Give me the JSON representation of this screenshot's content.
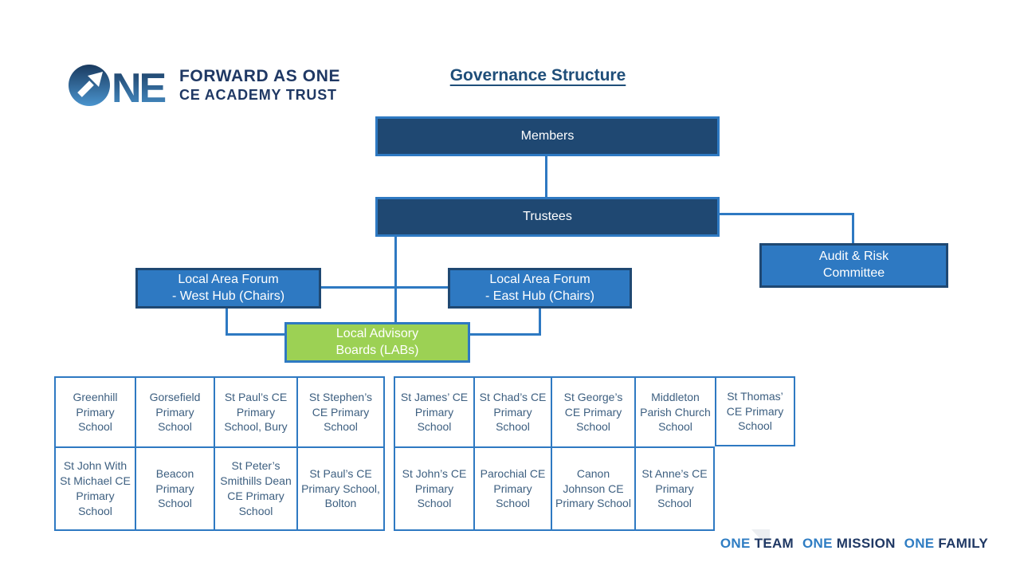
{
  "logo": {
    "mark_letters": "NE",
    "brand_line1": "FORWARD AS ONE",
    "brand_line2": "CE ACADEMY TRUST"
  },
  "title": "Governance Structure",
  "chart": {
    "members": "Members",
    "trustees": "Trustees",
    "audit_line1": "Audit & Risk",
    "audit_line2": "Committee",
    "west_line1": "Local Area Forum",
    "west_line2": "- West Hub (Chairs)",
    "east_line1": "Local Area Forum",
    "east_line2": "- East Hub (Chairs)",
    "lab_line1": "Local Advisory",
    "lab_line2": "Boards (LABs)"
  },
  "schools": {
    "west_hub_table": {
      "rows": [
        [
          "Greenhill Primary School",
          "Gorsefield Primary School",
          "St Paul’s CE Primary School, Bury",
          "St Stephen’s CE Primary School"
        ],
        [
          "St John With St Michael CE Primary School",
          "Beacon Primary School",
          "St Peter’s Smithills Dean CE Primary School",
          "St Paul’s CE Primary School, Bolton"
        ]
      ]
    },
    "east_hub_table": {
      "rows": [
        [
          "St James’ CE Primary School",
          "St Chad’s CE Primary School",
          "St George’s CE Primary School",
          "Middleton Parish Church School",
          "St Thomas’ CE Primary School"
        ],
        [
          "St John’s CE Primary School",
          "Parochial CE Primary School",
          "Canon Johnson CE Primary School",
          "St Anne’s CE Primary School"
        ]
      ]
    }
  },
  "tagline": {
    "parts": [
      {
        "one": "ONE",
        "word": "TEAM"
      },
      {
        "one": "ONE",
        "word": "MISSION"
      },
      {
        "one": "ONE",
        "word": "FAMILY"
      }
    ]
  },
  "colors": {
    "dark_navy": "#1F4872",
    "medium_blue": "#2E79C2",
    "green": "#9CD154",
    "navy_text": "#1F3864",
    "title_text": "#1F4E79",
    "cell_text": "#3D5F80"
  }
}
